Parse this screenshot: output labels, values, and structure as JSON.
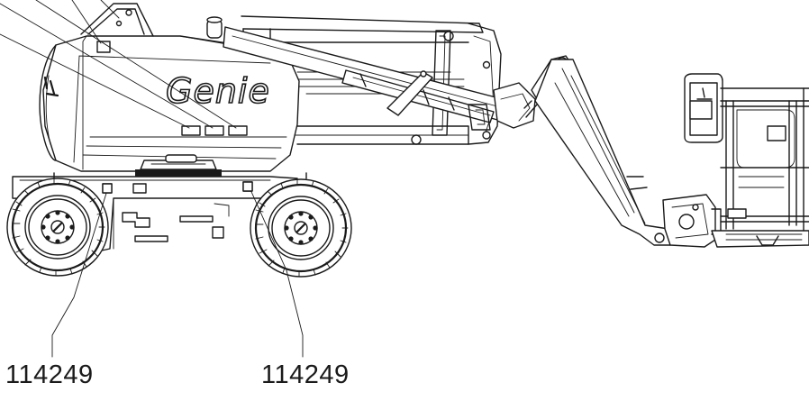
{
  "logo": {
    "brand": "Genie"
  },
  "callouts": {
    "left_wheel_decal": "114249",
    "right_wheel_decal": "114249"
  }
}
